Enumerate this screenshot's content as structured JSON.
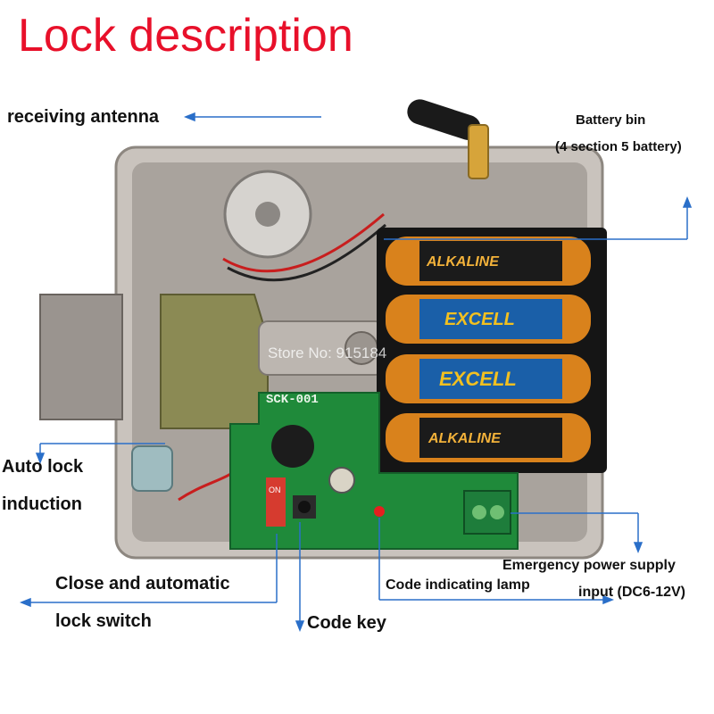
{
  "title": "Lock description",
  "labels": {
    "antenna": "receiving antenna",
    "battery_bin_1": "Battery bin",
    "battery_bin_2": "(4 section 5 battery)",
    "auto_lock_1": "Auto lock",
    "auto_lock_2": "induction",
    "close_switch_1": "Close and automatic",
    "close_switch_2": "lock switch",
    "code_key": "Code key",
    "code_lamp": "Code indicating lamp",
    "emergency_1": "Emergency power supply",
    "emergency_2": "input (DC6-12V)"
  },
  "photo_text": {
    "watermark": "Store No: 915184",
    "board_model": "SCK-001",
    "switch_on": "ON"
  },
  "battery_brands": [
    "ALKALINE",
    "EXCELL",
    "EXCELL",
    "ALKALINE"
  ],
  "colors": {
    "title": "#e8102a",
    "arrow": "#2a6fc9",
    "pcb": "#1f8a3a",
    "battery_body": "#d9821c",
    "battery_label": "#1a5fa8",
    "housing": "#b9b3ad"
  }
}
